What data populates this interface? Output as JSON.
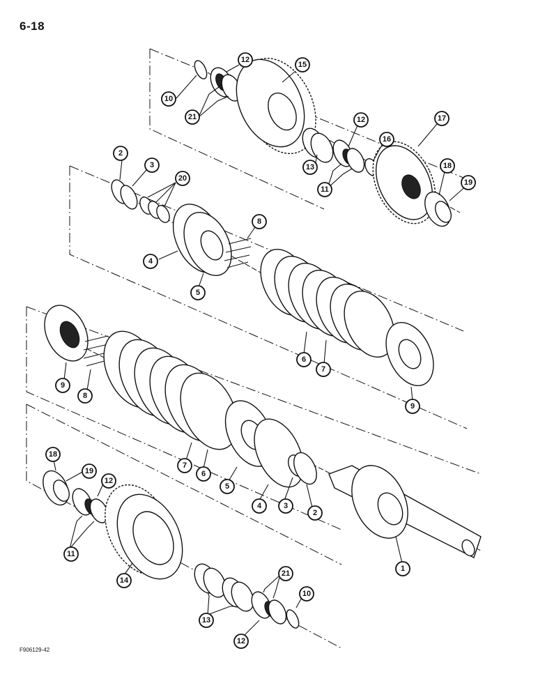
{
  "page": {
    "number": "6-18",
    "figure_code": "F906129-42"
  },
  "callouts": [
    {
      "id": "c10a",
      "label": "10"
    },
    {
      "id": "c12a",
      "label": "12"
    },
    {
      "id": "c15",
      "label": "15"
    },
    {
      "id": "c21a",
      "label": "21"
    },
    {
      "id": "c12b",
      "label": "12"
    },
    {
      "id": "c17",
      "label": "17"
    },
    {
      "id": "c16",
      "label": "16"
    },
    {
      "id": "c13a",
      "label": "13"
    },
    {
      "id": "c11a",
      "label": "11"
    },
    {
      "id": "c18a",
      "label": "18"
    },
    {
      "id": "c19a",
      "label": "19"
    },
    {
      "id": "c2a",
      "label": "2"
    },
    {
      "id": "c3a",
      "label": "3"
    },
    {
      "id": "c20",
      "label": "20"
    },
    {
      "id": "c8a",
      "label": "8"
    },
    {
      "id": "c4a",
      "label": "4"
    },
    {
      "id": "c5a",
      "label": "5"
    },
    {
      "id": "c6a",
      "label": "6"
    },
    {
      "id": "c7a",
      "label": "7"
    },
    {
      "id": "c9a",
      "label": "9"
    },
    {
      "id": "c9b",
      "label": "9"
    },
    {
      "id": "c8b",
      "label": "8"
    },
    {
      "id": "c7b",
      "label": "7"
    },
    {
      "id": "c6b",
      "label": "6"
    },
    {
      "id": "c5b",
      "label": "5"
    },
    {
      "id": "c4b",
      "label": "4"
    },
    {
      "id": "c3b",
      "label": "3"
    },
    {
      "id": "c2b",
      "label": "2"
    },
    {
      "id": "c1",
      "label": "1"
    },
    {
      "id": "c18b",
      "label": "18"
    },
    {
      "id": "c19b",
      "label": "19"
    },
    {
      "id": "c12c",
      "label": "12"
    },
    {
      "id": "c11b",
      "label": "11"
    },
    {
      "id": "c14",
      "label": "14"
    },
    {
      "id": "c21b",
      "label": "21"
    },
    {
      "id": "c10b",
      "label": "10"
    },
    {
      "id": "c13b",
      "label": "13"
    },
    {
      "id": "c12d",
      "label": "12"
    }
  ]
}
